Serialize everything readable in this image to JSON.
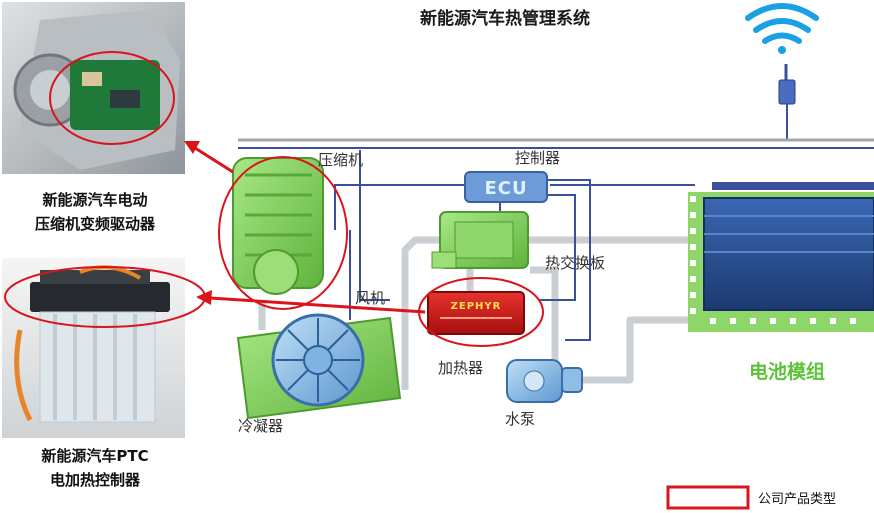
{
  "title": "新能源汽车热管理系统",
  "components": {
    "compressor": "压缩机",
    "controller": "控制器",
    "ecu": "ECU",
    "heat_exchanger": "热交换板",
    "fan": "风机",
    "heater": "加热器",
    "condenser": "冷凝器",
    "pump": "水泵",
    "battery": "电池模组",
    "heater_brand": "ZEPHYR"
  },
  "products": {
    "compressor_driver": [
      "新能源汽车电动",
      "压缩机变频驱动器"
    ],
    "ptc_controller": [
      "新能源汽车PTC",
      "电加热控制器"
    ]
  },
  "legend": {
    "label": "公司产品类型",
    "color": "#d9141b"
  },
  "colors": {
    "component_green": "#7ed35a",
    "pipe_gray": "#c9cfd3",
    "wire_blue": "#3c4f9a",
    "highlight_red": "#d9141b",
    "battery_blue": "#2b4e8c",
    "battery_frame": "#6fbf5a"
  },
  "icons": {
    "wireless": "wifi-signal-icon",
    "antenna_module": "antenna-module-icon"
  }
}
